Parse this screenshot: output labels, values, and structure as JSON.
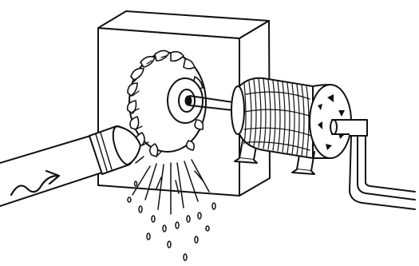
{
  "figure": {
    "subject": "hydroelectric-generator-illustration",
    "style": "black-and-white line drawing",
    "ink_color": "#111111",
    "paper_color": "#ffffff",
    "parts": [
      "water-pipe",
      "water-flow-arrow",
      "housing-box",
      "pelton-wheel",
      "drive-shaft",
      "generator-coil",
      "generator-end-plate",
      "output-terminal",
      "output-cable",
      "mounting-feet",
      "water-spray"
    ]
  }
}
